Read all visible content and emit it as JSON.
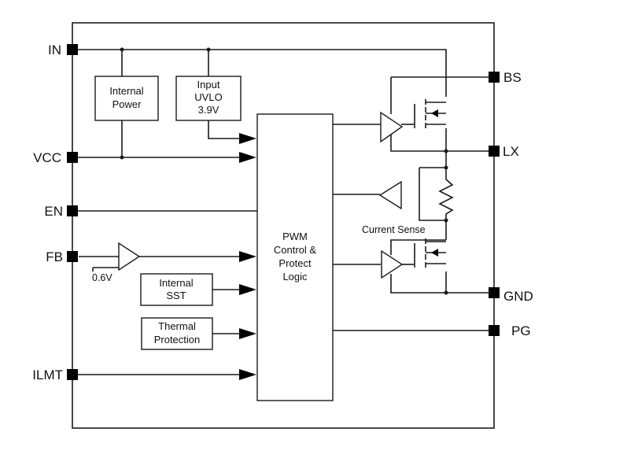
{
  "pins": {
    "in": "IN",
    "vcc": "VCC",
    "en": "EN",
    "fb": "FB",
    "ilmt": "ILMT",
    "bs": "BS",
    "lx": "LX",
    "gnd": "GND",
    "pg": "PG"
  },
  "blocks": {
    "internal_power": [
      "Internal",
      "Power"
    ],
    "input_uvlo": [
      "Input",
      "UVLO",
      "3.9V"
    ],
    "pwm_logic": [
      "PWM",
      "Control &",
      "Protect",
      "Logic"
    ],
    "internal_sst": [
      "Internal",
      "SST"
    ],
    "thermal_protection": [
      "Thermal",
      "Protection"
    ]
  },
  "labels": {
    "reference_voltage": "0.6V",
    "current_sense": "Current Sense"
  }
}
